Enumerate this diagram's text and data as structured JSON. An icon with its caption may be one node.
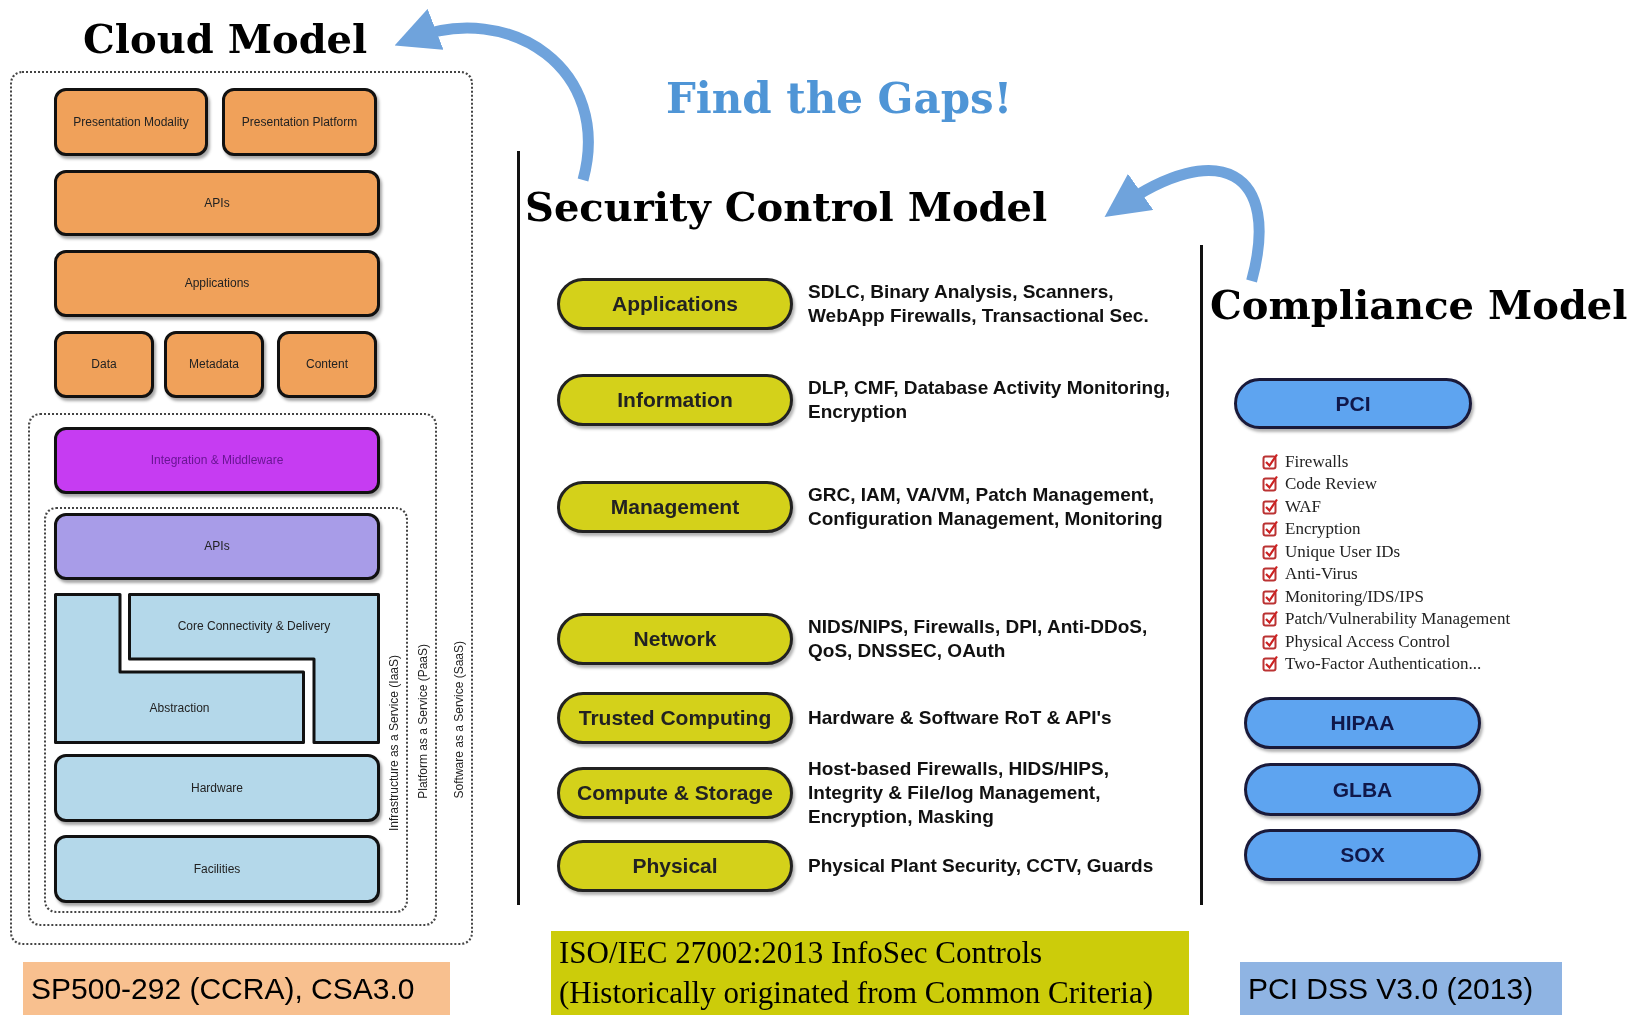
{
  "diagram": {
    "nodes": [
      {
        "text": [
          "Cloud Model"
        ]
      },
      {
        "text": [
          "Software as a Service (SaaS)"
        ]
      },
      {
        "text": [
          "Presentation Modality"
        ],
        "in": 1
      },
      {
        "text": [
          "Presentation Platform"
        ],
        "in": 1
      },
      {
        "text": [
          "APIs"
        ],
        "in": 1
      },
      {
        "text": [
          "Applications"
        ],
        "in": 1
      },
      {
        "text": [
          "Data"
        ],
        "in": 1
      },
      {
        "text": [
          "Metadata"
        ],
        "in": 1
      },
      {
        "text": [
          "Content"
        ],
        "in": 1
      },
      {
        "text": [
          "Platform as a Service (PaaS)"
        ],
        "in": 1
      },
      {
        "text": [
          "Integration & Middleware"
        ],
        "in": 9
      },
      {
        "text": [
          "Infrastructure as a Service (IaaS)"
        ],
        "in": 9
      },
      {
        "text": [
          "APIs"
        ],
        "in": 11
      },
      {
        "text": [
          "Core Connectivity & Delivery"
        ],
        "in": 11
      },
      {
        "text": [
          "Abstraction"
        ],
        "in": 11
      },
      {
        "text": [
          "Hardware"
        ],
        "in": 11
      },
      {
        "text": [
          "Facilities"
        ],
        "in": 11
      },
      {
        "text": [
          "Security Control Model"
        ]
      },
      {
        "text": [
          "Applications"
        ],
        "beside": [
          "SDLC, Binary Analysis, Scanners, WebApp Firewalls, Transactional Sec."
        ]
      },
      {
        "text": [
          "Information"
        ],
        "beside": [
          "DLP, CMF, Database Activity Monitoring, Encryption"
        ]
      },
      {
        "text": [
          "Management"
        ],
        "beside": [
          "GRC, IAM, VA/VM, Patch Management, Configuration Management, Monitoring"
        ]
      },
      {
        "text": [
          "Network"
        ],
        "beside": [
          "NIDS/NIPS, Firewalls, DPI, Anti-DDoS, QoS, DNSSEC, OAuth"
        ]
      },
      {
        "text": [
          "Trusted Computing"
        ],
        "beside": [
          "Hardware & Software RoT & API's"
        ]
      },
      {
        "text": [
          "Compute & Storage"
        ],
        "beside": [
          "Host-based Firewalls, HIDS/HIPS, Integrity & File/log Management, Encryption, Masking"
        ]
      },
      {
        "text": [
          "Physical"
        ],
        "beside": [
          "Physical Plant Security, CCTV, Guards"
        ]
      },
      {
        "text": [
          "Compliance Model"
        ]
      },
      {
        "text": [
          "PCI"
        ],
        "beside": [
          "Firewalls",
          "Code Review",
          "WAF",
          "Encryption",
          "Unique User IDs",
          "Anti-Virus",
          "Monitoring/IDS/IPS",
          "Patch/Vulnerability Management",
          "Physical Access Control",
          "Two-Factor Authentication..."
        ]
      },
      {
        "text": [
          "HIPAA"
        ]
      },
      {
        "text": [
          "GLBA"
        ]
      },
      {
        "text": [
          "SOX"
        ]
      },
      {
        "text": [
          "SP500-292 (CCRA), CSA3.0"
        ]
      },
      {
        "text": [
          "ISO/IEC 27002:2013 InfoSec Controls (Historically originated from Common Criteria)"
        ]
      },
      {
        "text": [
          "PCI DSS V3.0 (2013)"
        ]
      }
    ],
    "edges": [
      {
        "from": 17,
        "to": 0,
        "arrow": "to"
      },
      {
        "from": 25,
        "to": 17,
        "arrow": "to"
      }
    ],
    "labels": [
      "Find the Gaps!"
    ]
  }
}
